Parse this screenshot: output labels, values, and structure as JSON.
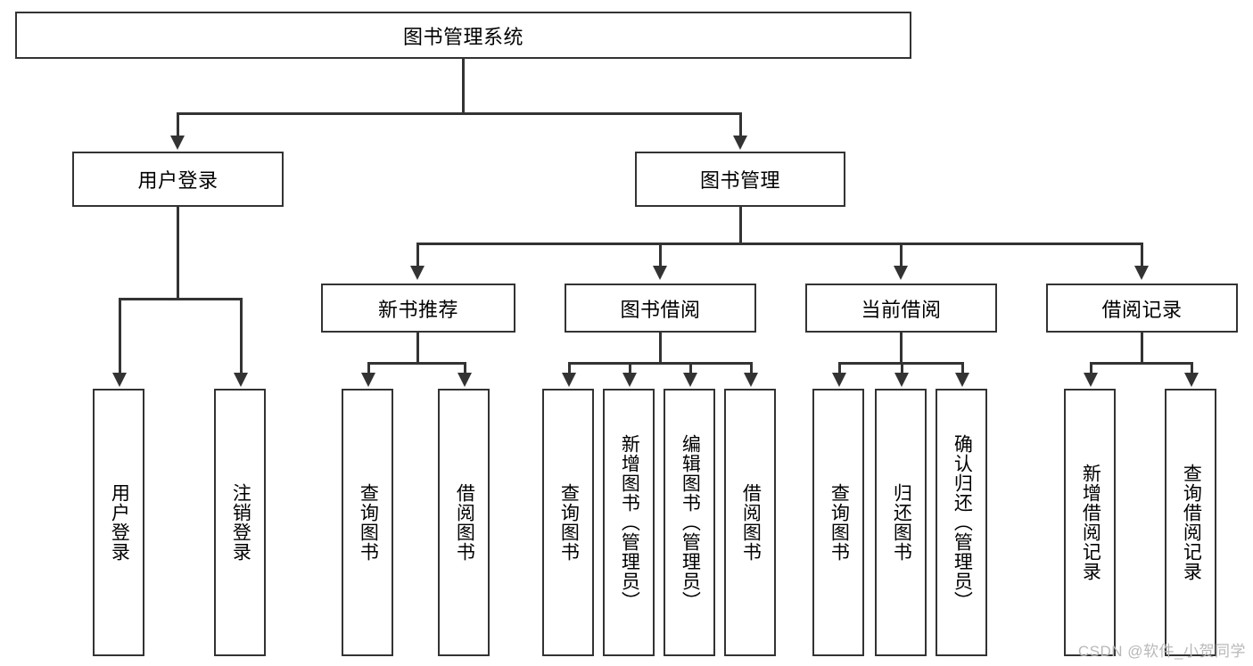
{
  "diagram": {
    "type": "tree-hierarchy",
    "title": "图书管理系统",
    "watermark": "CSDN @软件_小贺同学",
    "colors": {
      "stroke": "#333333",
      "fill": "#ffffff",
      "text": "#000000",
      "watermark": "#b8b8b8"
    },
    "levels": {
      "root": {
        "label": "图书管理系统"
      },
      "level2": [
        {
          "label": "用户登录"
        },
        {
          "label": "图书管理"
        }
      ],
      "level3": [
        {
          "label": "新书推荐"
        },
        {
          "label": "图书借阅"
        },
        {
          "label": "当前借阅"
        },
        {
          "label": "借阅记录"
        }
      ]
    },
    "leaves": {
      "user_login": [
        {
          "label": "用户登录"
        },
        {
          "label": "注销登录"
        }
      ],
      "new_book_recommend": [
        {
          "label": "查询图书"
        },
        {
          "label": "借阅图书"
        }
      ],
      "book_borrow": [
        {
          "label": "查询图书"
        },
        {
          "label": "新增图书（管理员）"
        },
        {
          "label": "编辑图书（管理员）"
        },
        {
          "label": "借阅图书"
        }
      ],
      "current_borrow": [
        {
          "label": "查询图书"
        },
        {
          "label": "归还图书"
        },
        {
          "label": "确认归还（管理员）"
        }
      ],
      "borrow_record": [
        {
          "label": "新增借阅记录"
        },
        {
          "label": "查询借阅记录"
        }
      ]
    }
  }
}
